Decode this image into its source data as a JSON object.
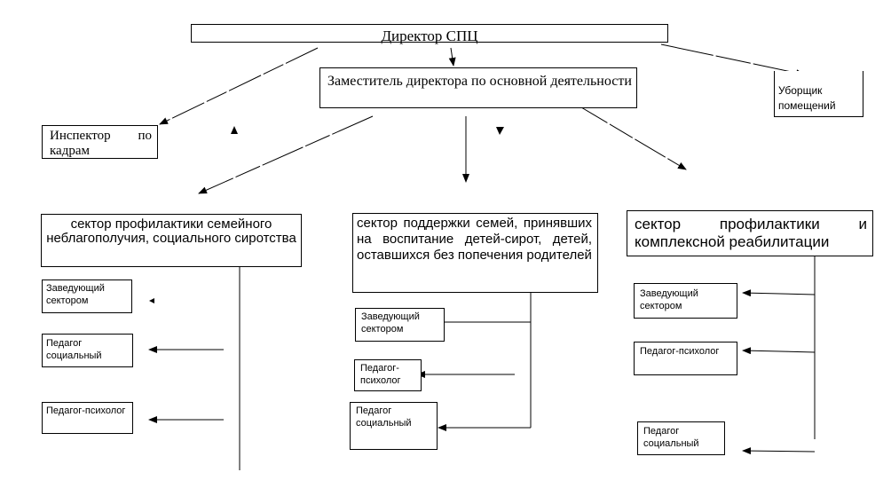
{
  "director": {
    "label": "Директор СПЦ"
  },
  "deputy": {
    "label": "Заместитель директора по основной деятельности"
  },
  "cleaner": {
    "label": "Уборщик помещений"
  },
  "inspector": {
    "label": "Инспектор по кадрам"
  },
  "sectors": [
    {
      "label": "сектор профилактики семейного неблагополучия, социального сиротства",
      "staff": [
        "Заведующий сектором",
        "Педагог социальный",
        "Педагог-психолог"
      ]
    },
    {
      "label": "сектор поддержки семей, принявших на воспитание детей-сирот, детей, оставшихся без попечения родителей",
      "staff": [
        "Заведующий сектором",
        "Педагог-психолог",
        "Педагог социальный"
      ]
    },
    {
      "label": "сектор профилактики и комплексной реабилитации",
      "staff": [
        "Заведующий сектором",
        "Педагог-психолог",
        "Педагог социальный"
      ]
    }
  ]
}
